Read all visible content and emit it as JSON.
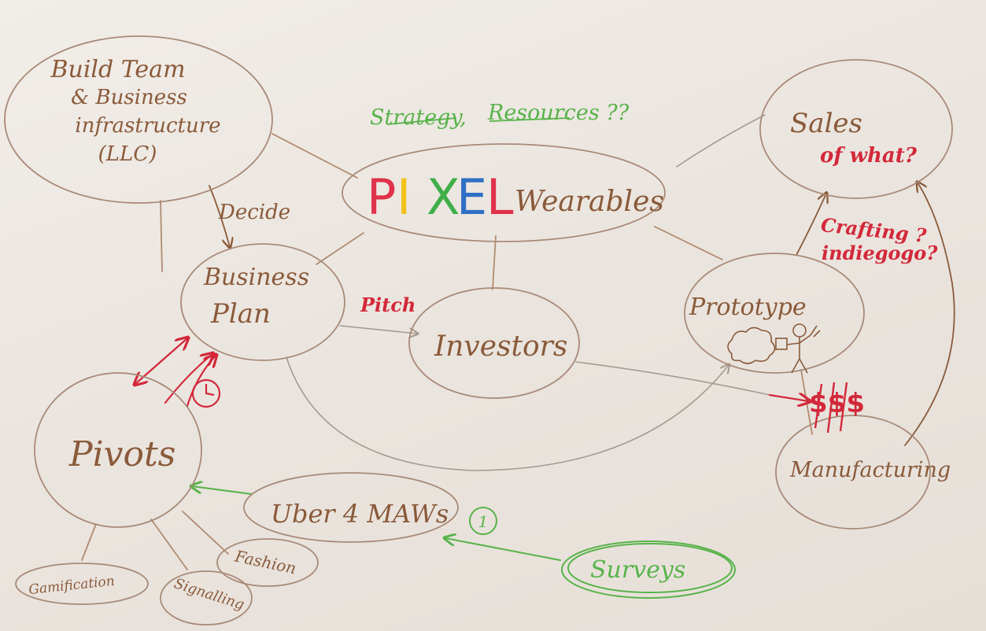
{
  "heading": {
    "strategy": "Strategy,",
    "resources": "Resources ??"
  },
  "title": {
    "letters": [
      {
        "char": "P",
        "color": "#e0324a"
      },
      {
        "char": "I",
        "color": "#f2c21b"
      },
      {
        "char": "X",
        "color": "#3fae49"
      },
      {
        "char": "E",
        "color": "#2f6fc4"
      },
      {
        "char": "L",
        "color": "#e0324a"
      }
    ],
    "word": "Wearables"
  },
  "nodes": {
    "build_team": [
      "Build Team",
      "& Business",
      "infrastructure",
      "(LLC)"
    ],
    "business_plan": [
      "Business",
      "Plan"
    ],
    "investors": "Investors",
    "pivots": "Pivots",
    "uber": "Uber 4 MAWs",
    "surveys": "Surveys",
    "prototype": "Prototype",
    "sales": "Sales",
    "sales_question": "of what?",
    "manufacturing": "Manufacturing",
    "gamification": "Gamification",
    "signalling": "Signalling",
    "fashion": "Fashion"
  },
  "labels": {
    "decide": "Decide",
    "pitch": "Pitch",
    "crafting": "Crafting ?",
    "indiegogo": "indiegogo?",
    "money": "$$$",
    "circle_one": "1"
  },
  "colors": {
    "board": "#ebe6e0",
    "marker_brown": "#8a5a3a",
    "marker_red": "#d3283a",
    "marker_green": "#58b34a",
    "marker_gray": "#a59a92"
  }
}
